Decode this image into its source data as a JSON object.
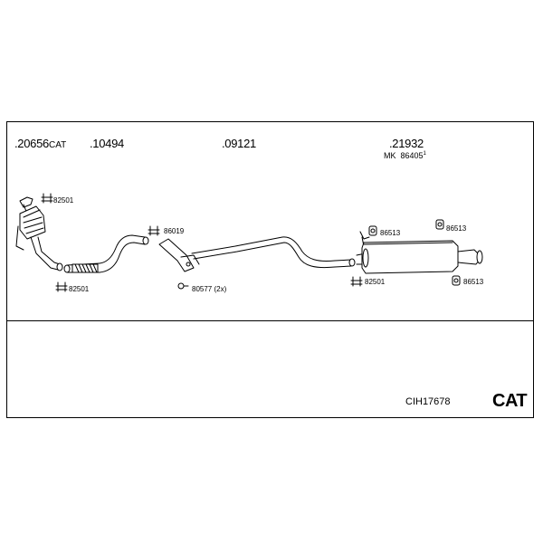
{
  "parts": [
    {
      "number": ".20656",
      "suffix": "CAT"
    },
    {
      "number": ".10494",
      "suffix": ""
    },
    {
      "number": ".09121",
      "suffix": ""
    },
    {
      "number": ".21932",
      "suffix": ""
    }
  ],
  "mk_line": {
    "prefix": "MK",
    "number": "86405",
    "mark": "1"
  },
  "hardware": {
    "clamp_top_left": "82501",
    "clamp_bottom_left": "82501",
    "hanger_mid": "86019",
    "bolts": "80577 (2x)",
    "clamp_rear": "82501",
    "rubber_left": "86513",
    "rubber_right_top": "86513",
    "rubber_right_bottom": "86513"
  },
  "footer": {
    "code": "CIH17678",
    "badge": "CAT"
  }
}
